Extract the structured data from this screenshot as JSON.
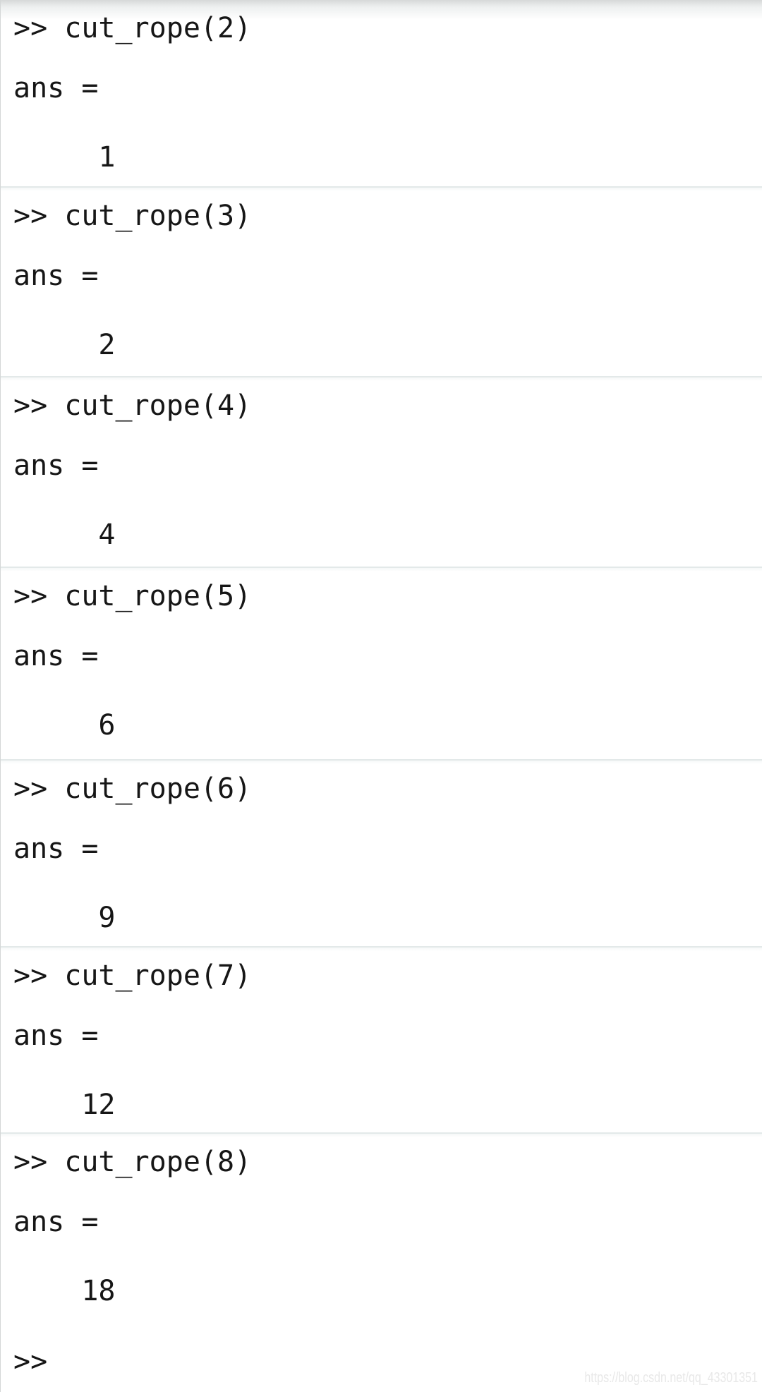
{
  "console": {
    "entries": [
      {
        "command": ">> cut_rope(2)",
        "ans_label": "ans =",
        "value": "1"
      },
      {
        "command": ">> cut_rope(3)",
        "ans_label": "ans =",
        "value": "2"
      },
      {
        "command": ">> cut_rope(4)",
        "ans_label": "ans =",
        "value": "4"
      },
      {
        "command": ">> cut_rope(5)",
        "ans_label": "ans =",
        "value": "6"
      },
      {
        "command": ">> cut_rope(6)",
        "ans_label": "ans =",
        "value": "9"
      },
      {
        "command": ">> cut_rope(7)",
        "ans_label": "ans =",
        "value": "12"
      },
      {
        "command": ">> cut_rope(8)",
        "ans_label": "ans =",
        "value": "18"
      }
    ],
    "prompt": ">>"
  },
  "watermark": {
    "text": "https://blog.csdn.net/qq_43301351"
  },
  "colors": {
    "text": "#161616",
    "separator": "#e3e9e9",
    "left_border": "#d4d7d7",
    "top_fade": "#d7d9d9",
    "watermark": "#e8e8e8"
  }
}
